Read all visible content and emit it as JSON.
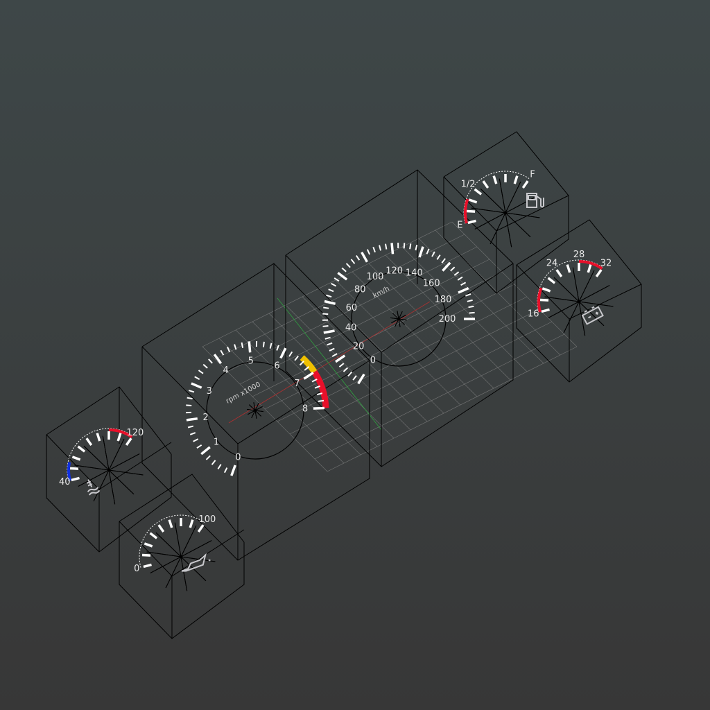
{
  "viewport": {
    "background_top": "#3e4748",
    "background_bottom": "#373737",
    "wire_color": "#000000",
    "grid_color": "#8a8a8a",
    "axis_x_color": "#b03030",
    "axis_y_color": "#30a040"
  },
  "gauges": [
    {
      "id": "tachometer",
      "unit": "rpm x1000",
      "labels": [
        "0",
        "1",
        "2",
        "3",
        "4",
        "5",
        "6",
        "7",
        "8"
      ],
      "major_ticks": 8,
      "minor_per_major": 4,
      "bands": [
        {
          "from": 6.5,
          "to": 7,
          "color": "#f0c000"
        },
        {
          "from": 7,
          "to": 8,
          "color": "#e8102a"
        }
      ]
    },
    {
      "id": "speedometer",
      "unit": "km/h",
      "labels": [
        "0",
        "20",
        "40",
        "60",
        "80",
        "100",
        "120",
        "140",
        "160",
        "180",
        "200"
      ],
      "major_ticks": 10,
      "minor_per_major": 4,
      "bands": []
    },
    {
      "id": "coolant-temp",
      "unit": "",
      "labels": [
        "40",
        "120"
      ],
      "major_ticks": 8,
      "minor_per_major": 0,
      "bands": [
        {
          "from": 0,
          "to": 1.5,
          "color": "#1030e0"
        },
        {
          "from": 6,
          "to": 8,
          "color": "#e8102a"
        }
      ],
      "icon": "coolant-temperature-icon"
    },
    {
      "id": "oil-pressure",
      "unit": "",
      "labels": [
        "0",
        "100"
      ],
      "major_ticks": 8,
      "minor_per_major": 0,
      "bands": [],
      "icon": "oil-can-icon"
    },
    {
      "id": "fuel",
      "unit": "",
      "labels": [
        "E",
        "1/2",
        "F"
      ],
      "major_ticks": 8,
      "minor_per_major": 0,
      "bands": [
        {
          "from": 0,
          "to": 2,
          "color": "#e8102a"
        }
      ],
      "icon": "fuel-pump-icon"
    },
    {
      "id": "voltmeter",
      "unit": "",
      "labels": [
        "16",
        "24",
        "28",
        "32"
      ],
      "major_ticks": 8,
      "minor_per_major": 0,
      "bands": [
        {
          "from": 0,
          "to": 2,
          "color": "#e8102a"
        },
        {
          "from": 6,
          "to": 8,
          "color": "#e8102a"
        }
      ],
      "icon": "battery-icon"
    }
  ]
}
